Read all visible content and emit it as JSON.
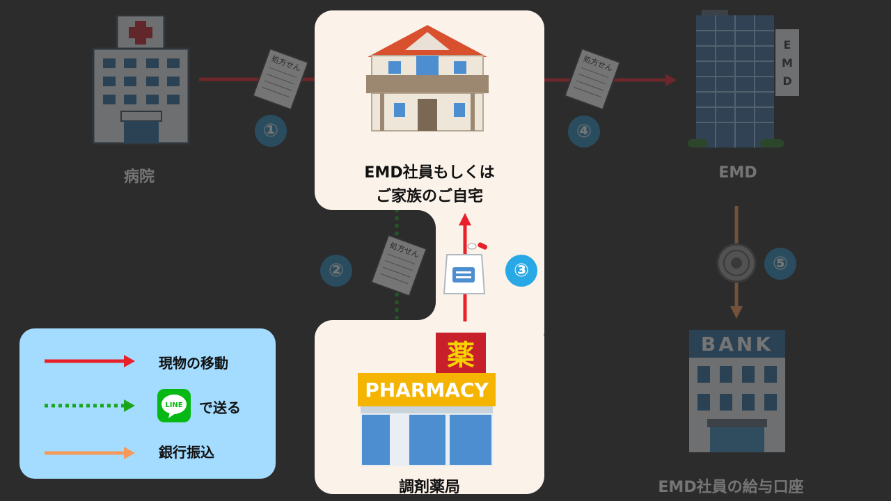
{
  "nodes": {
    "hospital": "病院",
    "home_line1": "EMD社員もしくは",
    "home_line2": "ご家族のご自宅",
    "emd": "EMD",
    "pharmacy": "調剤薬局",
    "salary_account": "EMD社員の給与口座"
  },
  "steps": [
    "①",
    "②",
    "③",
    "④",
    "⑤"
  ],
  "prescription_text": "処方せん",
  "emd_sign": [
    "E",
    "M",
    "D"
  ],
  "bank_sign": "BANK",
  "pharmacy_sign": "PHARMACY",
  "pharmacy_kanji": "薬",
  "line_logo": "LINE",
  "legend": {
    "physical": "現物の移動",
    "line": "で送る",
    "bank": "銀行振込"
  },
  "colors": {
    "physical": "#e8202a",
    "line": "#1aa51a",
    "bank": "#f59a5b",
    "legend_bg": "#a3dcff",
    "panel_bg": "#fbf2ea"
  }
}
